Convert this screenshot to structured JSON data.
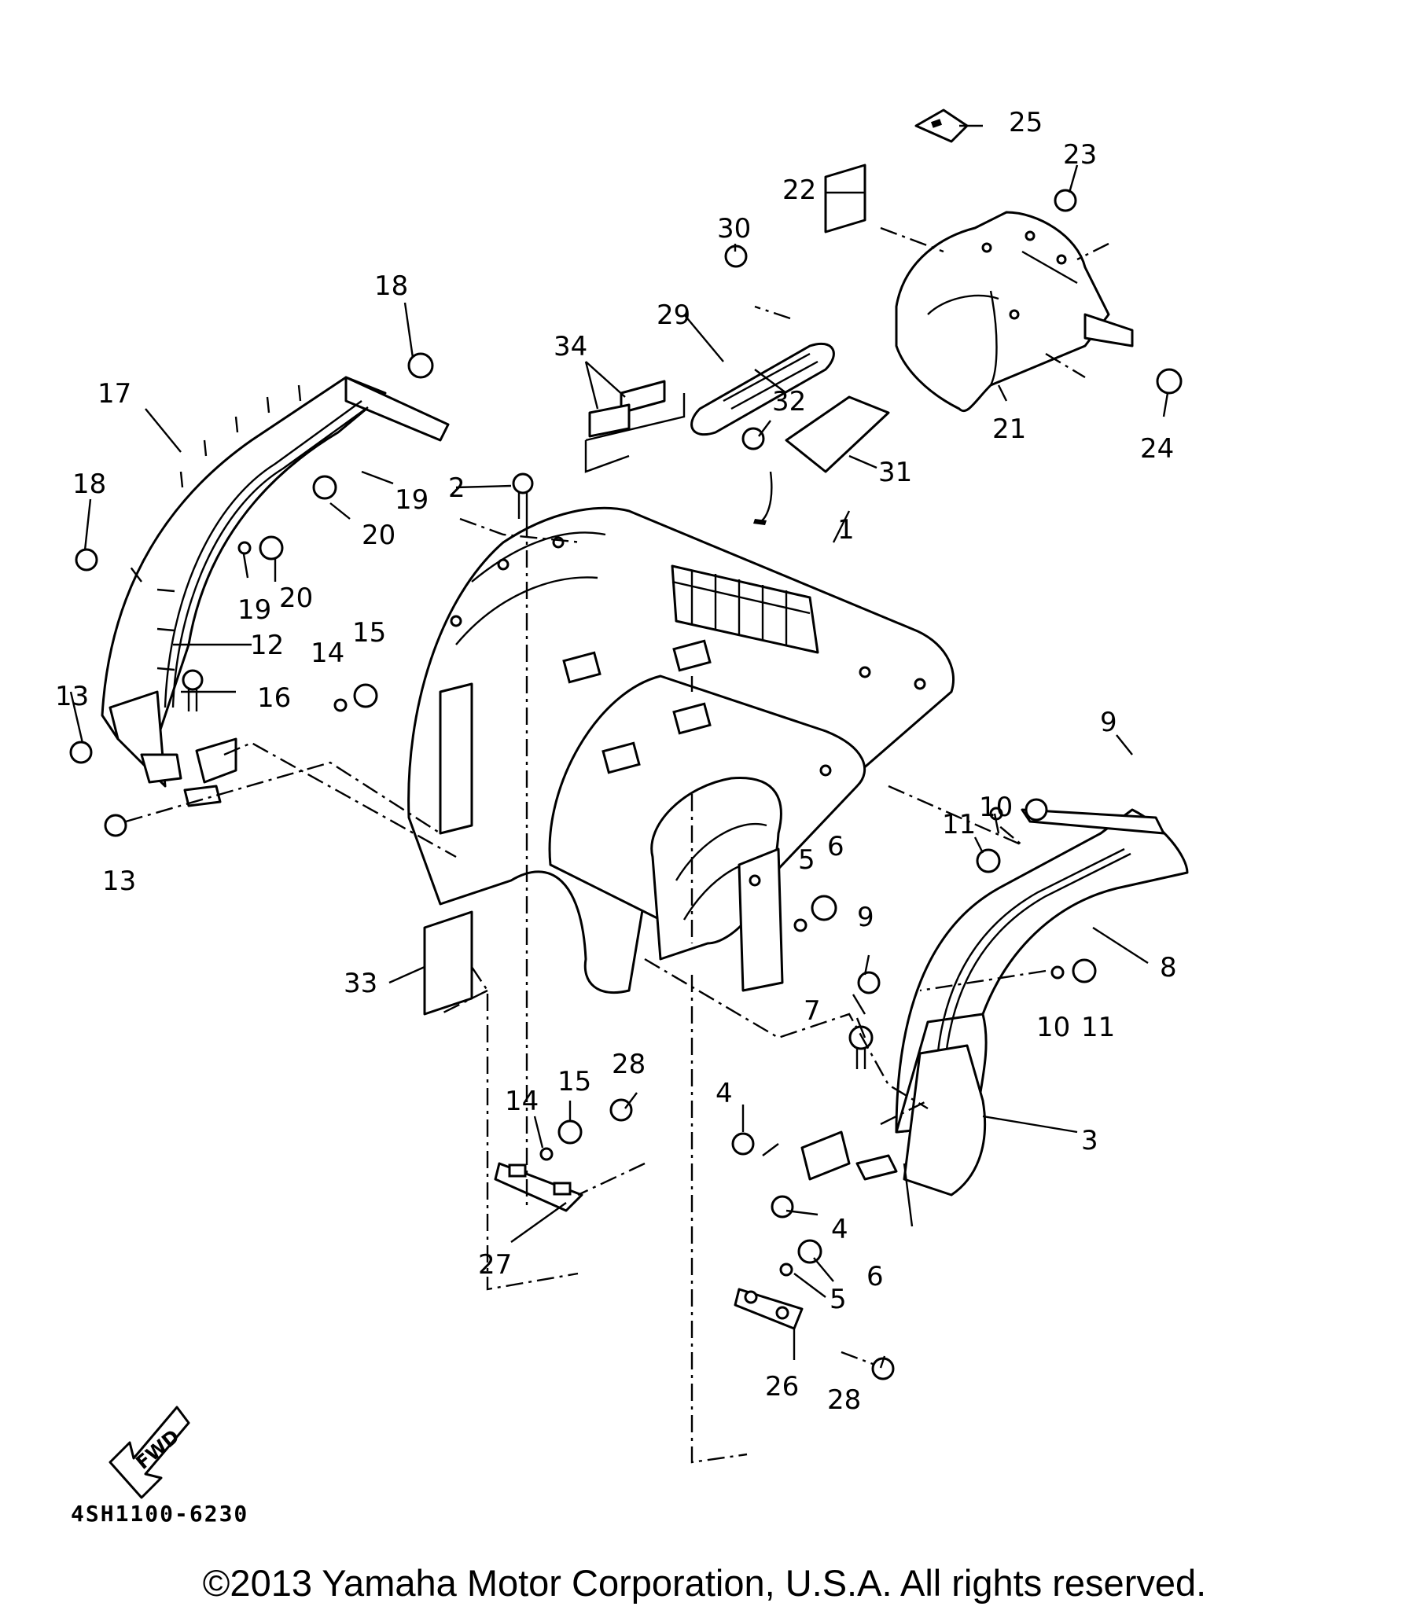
{
  "diagram": {
    "part_code": "4SH1100-6230",
    "direction_label": "FWD",
    "callouts": [
      {
        "label": "1"
      },
      {
        "label": "2"
      },
      {
        "label": "3"
      },
      {
        "label": "4"
      },
      {
        "label": "4"
      },
      {
        "label": "5"
      },
      {
        "label": "5"
      },
      {
        "label": "6"
      },
      {
        "label": "6"
      },
      {
        "label": "7"
      },
      {
        "label": "8"
      },
      {
        "label": "9"
      },
      {
        "label": "9"
      },
      {
        "label": "10"
      },
      {
        "label": "10"
      },
      {
        "label": "11"
      },
      {
        "label": "11"
      },
      {
        "label": "12"
      },
      {
        "label": "13"
      },
      {
        "label": "13"
      },
      {
        "label": "14"
      },
      {
        "label": "14"
      },
      {
        "label": "15"
      },
      {
        "label": "15"
      },
      {
        "label": "16"
      },
      {
        "label": "17"
      },
      {
        "label": "18"
      },
      {
        "label": "18"
      },
      {
        "label": "19"
      },
      {
        "label": "19"
      },
      {
        "label": "20"
      },
      {
        "label": "20"
      },
      {
        "label": "21"
      },
      {
        "label": "22"
      },
      {
        "label": "23"
      },
      {
        "label": "24"
      },
      {
        "label": "25"
      },
      {
        "label": "26"
      },
      {
        "label": "27"
      },
      {
        "label": "28"
      },
      {
        "label": "28"
      },
      {
        "label": "29"
      },
      {
        "label": "30"
      },
      {
        "label": "31"
      },
      {
        "label": "32"
      },
      {
        "label": "33"
      },
      {
        "label": "34"
      }
    ]
  },
  "footer": {
    "copyright": "©2013 Yamaha Motor Corporation, U.S.A. All rights reserved."
  }
}
